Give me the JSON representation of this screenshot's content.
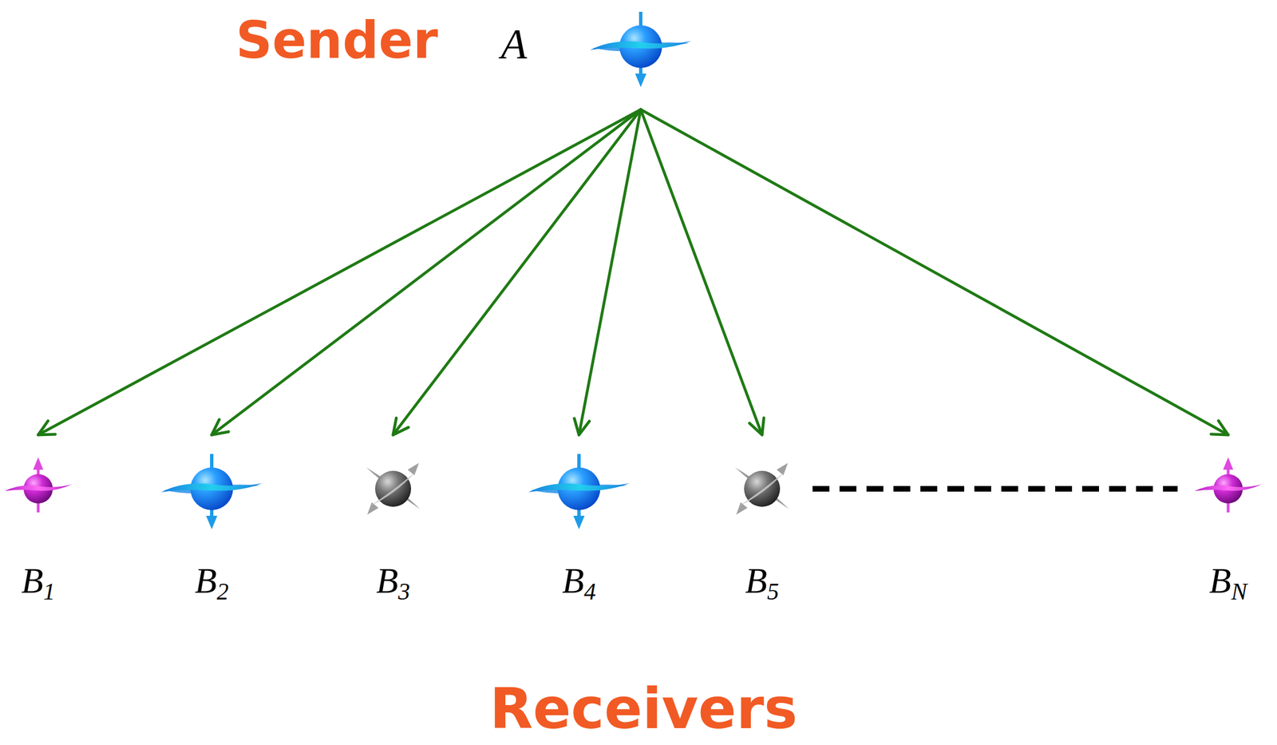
{
  "diagram": {
    "nodes": [
      {
        "text": [
          "Sender",
          "A"
        ]
      },
      {
        "text": [
          "B1"
        ]
      },
      {
        "text": [
          "B2"
        ]
      },
      {
        "text": [
          "B3"
        ]
      },
      {
        "text": [
          "B4"
        ]
      },
      {
        "text": [
          "B5"
        ]
      },
      {
        "text": [
          "BN"
        ]
      }
    ],
    "edges": [
      {
        "from": 0,
        "to": 1,
        "arrow": "to"
      },
      {
        "from": 0,
        "to": 2,
        "arrow": "to"
      },
      {
        "from": 0,
        "to": 3,
        "arrow": "to"
      },
      {
        "from": 0,
        "to": 4,
        "arrow": "to"
      },
      {
        "from": 0,
        "to": 5,
        "arrow": "to"
      },
      {
        "from": 0,
        "to": 6,
        "arrow": "to"
      },
      {
        "from": 5,
        "to": 6,
        "arrow": "none"
      }
    ],
    "labels": [
      "Receivers"
    ]
  }
}
